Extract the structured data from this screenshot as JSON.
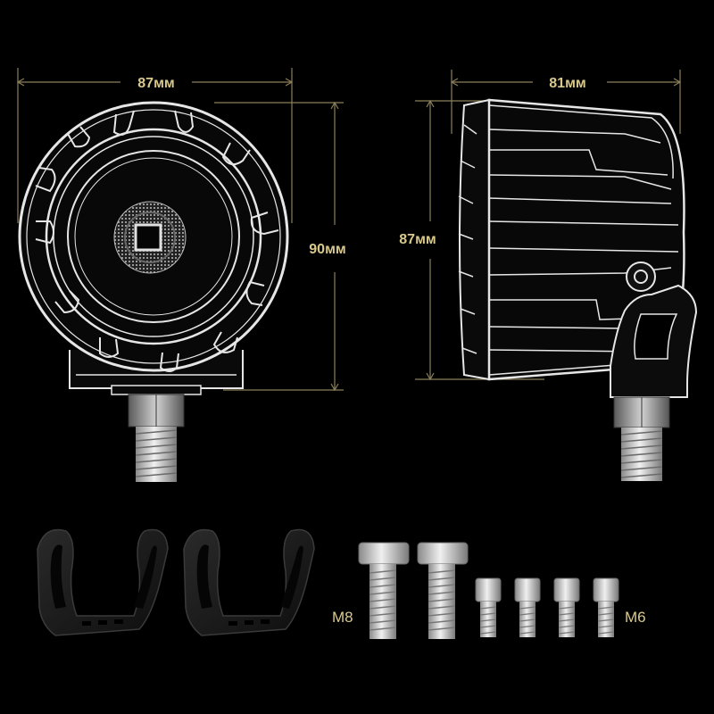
{
  "colors": {
    "background": "#000000",
    "dimension_line": "#8a7f5a",
    "dimension_text": "#d9c98c",
    "outline": "#e6e6e6",
    "body_fill": "#0a0a0a",
    "metal": "#c8c8c8",
    "bracket": "#1e1e1e"
  },
  "front_view": {
    "width_label": "87мм",
    "height_label": "90мм"
  },
  "side_view": {
    "depth_label": "81мм",
    "height_label": "87мм"
  },
  "hardware": {
    "bracket_count": 2,
    "large_bolt_label": "M8",
    "large_bolt_count": 2,
    "small_bolt_label": "M6",
    "small_bolt_count": 4
  },
  "icons": [
    "led-chip-icon",
    "mount-bracket-icon",
    "bolt-icon",
    "hex-socket-bolt-icon"
  ]
}
